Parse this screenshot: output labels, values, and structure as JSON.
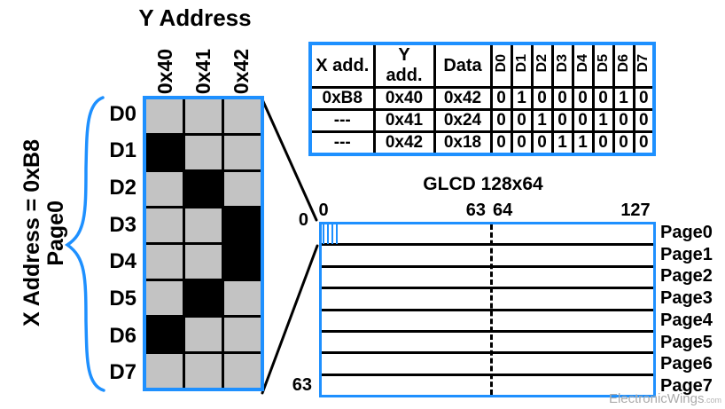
{
  "colors": {
    "accent_blue": "#1E90FF",
    "pixel_off_gray": "#C3C3C3",
    "pixel_on_black": "#000000",
    "watermark_gray": "#ABABAB"
  },
  "pixel_grid": {
    "title": "Y Address",
    "column_labels": [
      "0x40",
      "0x41",
      "0x42"
    ],
    "row_labels": [
      "D0",
      "D1",
      "D2",
      "D3",
      "D4",
      "D5",
      "D6",
      "D7"
    ],
    "x_address_label": "X Address = 0xB8",
    "page_label": "Page0",
    "cells": [
      [
        0,
        0,
        0
      ],
      [
        1,
        0,
        0
      ],
      [
        0,
        1,
        0
      ],
      [
        0,
        0,
        1
      ],
      [
        0,
        0,
        1
      ],
      [
        0,
        1,
        0
      ],
      [
        1,
        0,
        0
      ],
      [
        0,
        0,
        0
      ]
    ]
  },
  "address_table": {
    "headers": [
      "X add.",
      "Y add.",
      "Data",
      "D0",
      "D1",
      "D2",
      "D3",
      "D4",
      "D5",
      "D6",
      "D7"
    ],
    "rows": [
      [
        "0xB8",
        "0x40",
        "0x42",
        "0",
        "1",
        "0",
        "0",
        "0",
        "0",
        "1",
        "0"
      ],
      [
        "---",
        "0x41",
        "0x24",
        "0",
        "0",
        "1",
        "0",
        "0",
        "1",
        "0",
        "0"
      ],
      [
        "---",
        "0x42",
        "0x18",
        "0",
        "0",
        "0",
        "1",
        "1",
        "0",
        "0",
        "0"
      ]
    ]
  },
  "glcd": {
    "title": "GLCD 128x64",
    "col_origin": "0",
    "col_mid_left": "63",
    "col_mid_right": "64",
    "col_last": "127",
    "row_origin": "0",
    "row_last": "63",
    "pages": [
      "Page0",
      "Page1",
      "Page2",
      "Page3",
      "Page4",
      "Page5",
      "Page6",
      "Page7"
    ]
  },
  "watermark": {
    "brand": "ElectronicWings",
    "suffix": ".com"
  }
}
